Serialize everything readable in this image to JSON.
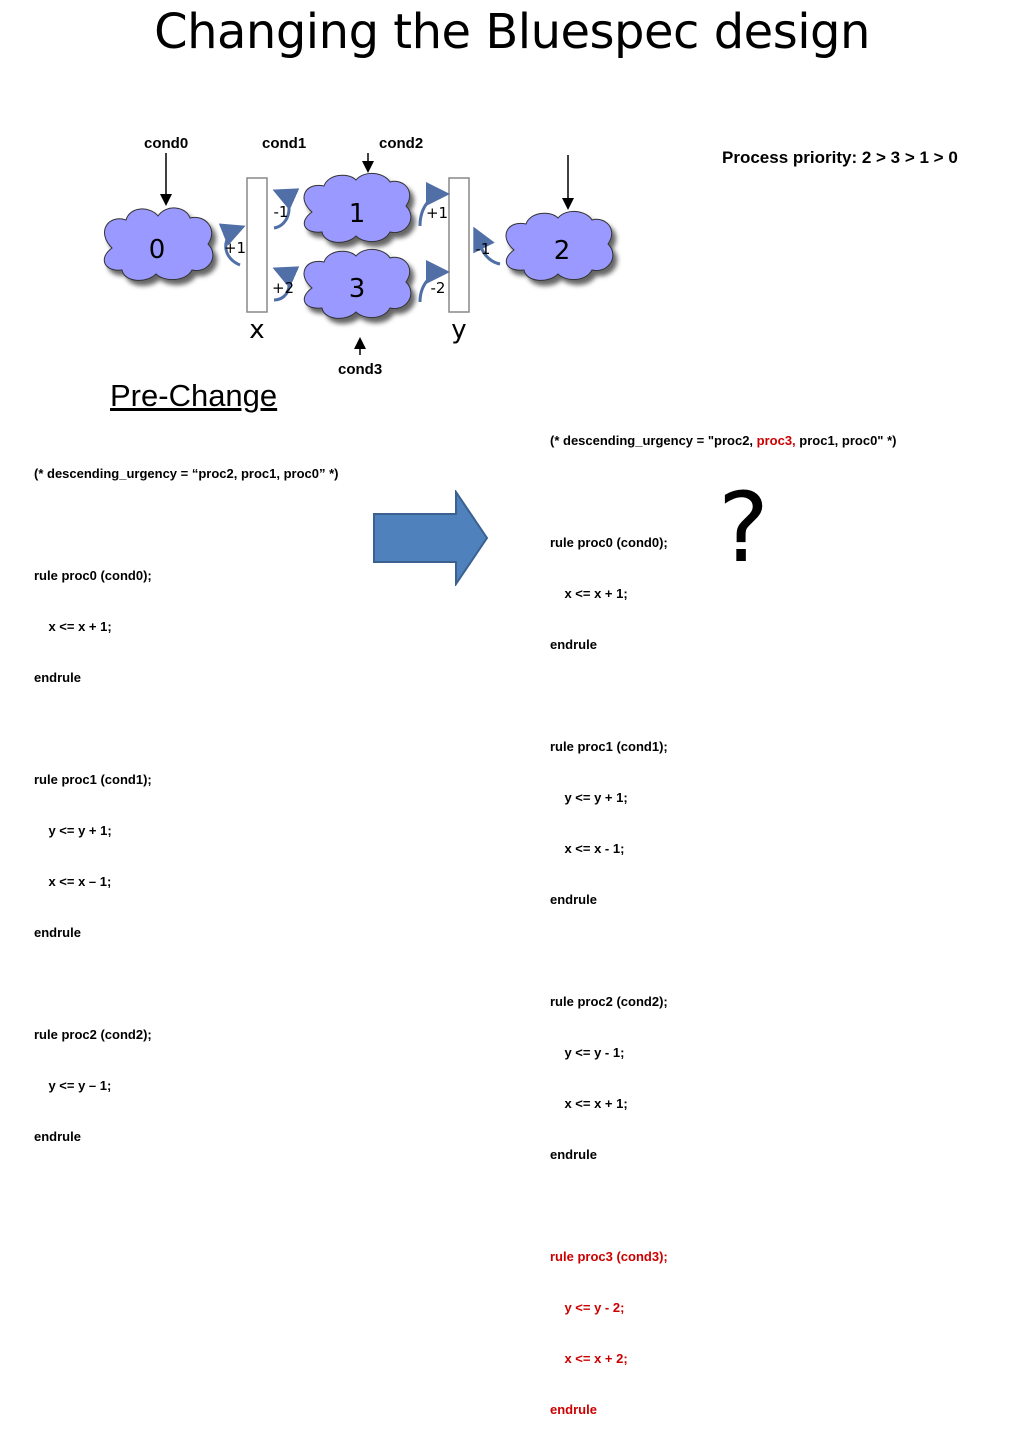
{
  "slide": {
    "title": "Changing the Bluespec design"
  },
  "diagram": {
    "conds": {
      "c0": "cond0",
      "c1": "cond1",
      "c2": "cond2",
      "c3": "cond3"
    },
    "processes": {
      "p0": "0",
      "p1": "1",
      "p2": "2",
      "p3": "3"
    },
    "registers": {
      "x": "x",
      "y": "y"
    },
    "arrows": {
      "p0_x": "+1",
      "p1_x": "-1",
      "p3_x": "+2",
      "p1_y": "+1",
      "p2_y": "-1",
      "p3_y": "-2"
    },
    "priority": "Process priority: 2 > 3 > 1 > 0",
    "colors": {
      "cloud_fill": "#9999ff",
      "arrow": "#4f6fa6",
      "big_arrow": "#4f81bd",
      "highlight": "#cc0000"
    }
  },
  "pre_change": {
    "heading": "Pre-Change",
    "lines": [
      "(* descending_urgency = “proc2, proc1, proc0” *)",
      "",
      "rule proc0 (cond0);",
      "    x <= x + 1;",
      "endrule",
      "",
      "rule proc1 (cond1);",
      "    y <= y + 1;",
      "    x <= x – 1;",
      "endrule",
      "",
      "rule proc2 (cond2);",
      "    y <= y – 1;",
      "endrule"
    ]
  },
  "post_change": {
    "urgency_a": "(* descending_urgency = \"proc2, ",
    "urgency_red": "proc3,",
    "urgency_b": " proc1, proc0\" *)",
    "lines": [
      "",
      "rule proc0 (cond0);",
      "    x <= x + 1;",
      "endrule",
      "",
      "rule proc1 (cond1);",
      "    y <= y + 1;",
      "    x <= x - 1;",
      "endrule",
      "",
      "rule proc2 (cond2);",
      "    y <= y - 1;",
      "    x <= x + 1;",
      "endrule",
      ""
    ],
    "red_lines": [
      "rule proc3 (cond3);",
      "    y <= y - 2;",
      "    x <= x + 2;",
      "endrule"
    ],
    "question": "?"
  }
}
